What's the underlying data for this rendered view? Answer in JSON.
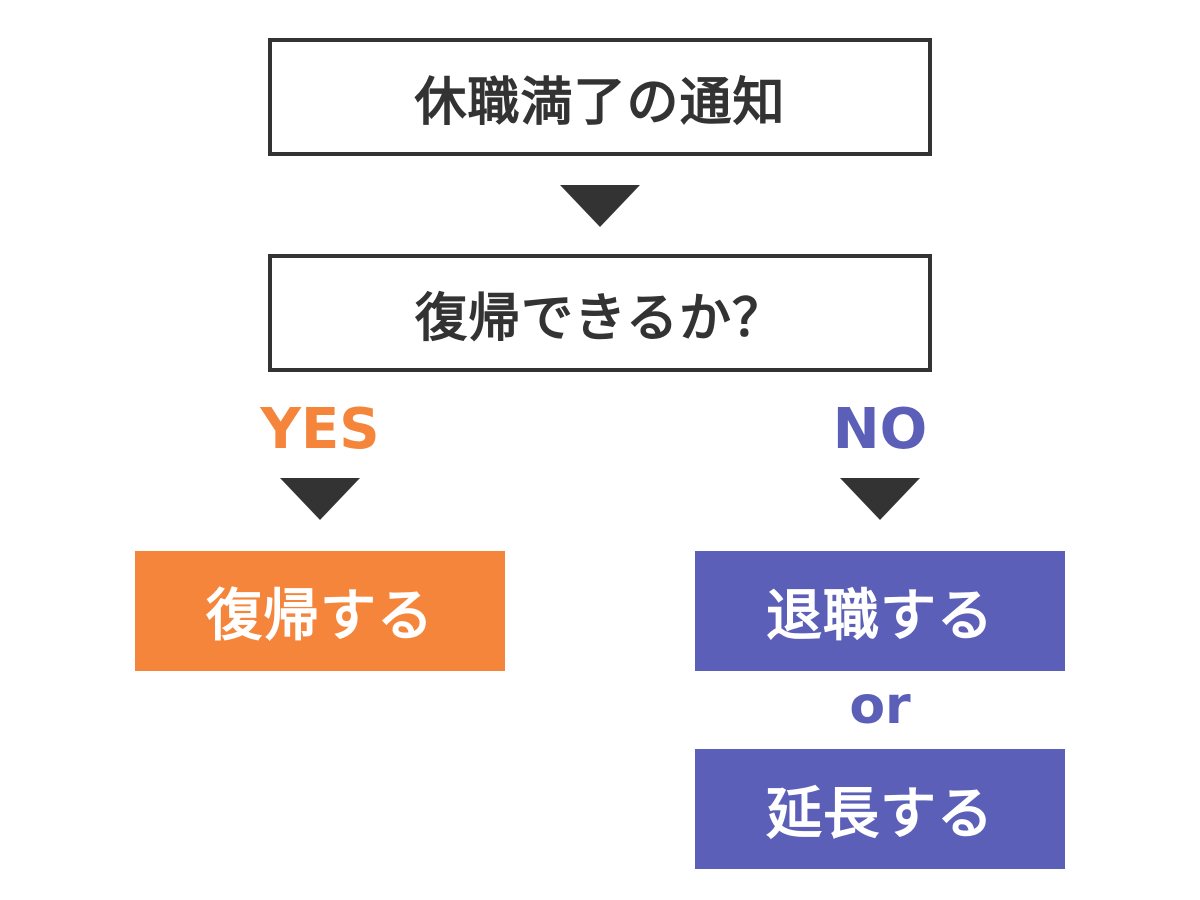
{
  "nodes": {
    "notice": "休職満了の通知",
    "question": "復帰できるか？",
    "return": "復帰する",
    "resign": "退職する",
    "extend": "延長する"
  },
  "branches": {
    "yes": "YES",
    "no": "NO",
    "or": "or"
  },
  "colors": {
    "outline": "#333333",
    "yes": "#f5853b",
    "no": "#5b5fb8",
    "text_on_fill": "#ffffff"
  }
}
